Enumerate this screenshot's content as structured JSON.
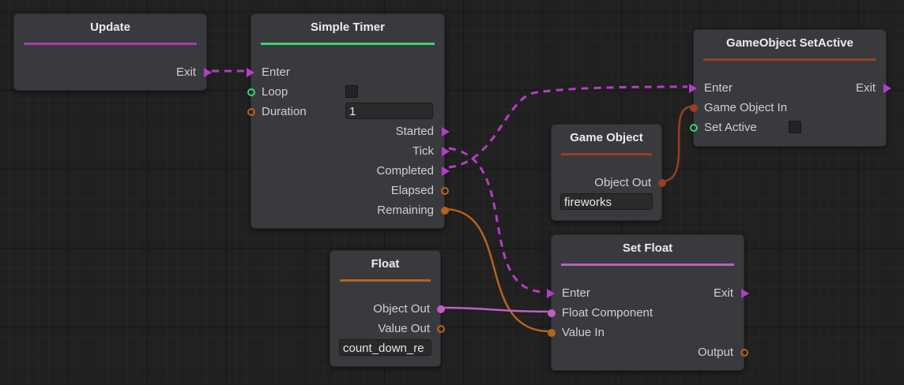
{
  "colors": {
    "flow": "#b43dc4",
    "bool": "#3ad46f",
    "float": "#b6631c",
    "gameobject": "#9a3e24",
    "component": "#c05fc4"
  },
  "nodes": {
    "update": {
      "title": "Update",
      "exit": "Exit"
    },
    "timer": {
      "title": "Simple Timer",
      "enter": "Enter",
      "loop": "Loop",
      "duration": "Duration",
      "duration_value": "1",
      "started": "Started",
      "tick": "Tick",
      "completed": "Completed",
      "elapsed": "Elapsed",
      "remaining": "Remaining"
    },
    "setactive": {
      "title": "GameObject SetActive",
      "enter": "Enter",
      "exit": "Exit",
      "gameobject_in": "Game Object In",
      "set_active": "Set Active"
    },
    "gameobject": {
      "title": "Game Object",
      "object_out": "Object Out",
      "value": "fireworks"
    },
    "float": {
      "title": "Float",
      "object_out": "Object Out",
      "value_out": "Value Out",
      "value": "count_down_re"
    },
    "setfloat": {
      "title": "Set Float",
      "enter": "Enter",
      "exit": "Exit",
      "float_component": "Float Component",
      "value_in": "Value In",
      "output": "Output"
    }
  }
}
